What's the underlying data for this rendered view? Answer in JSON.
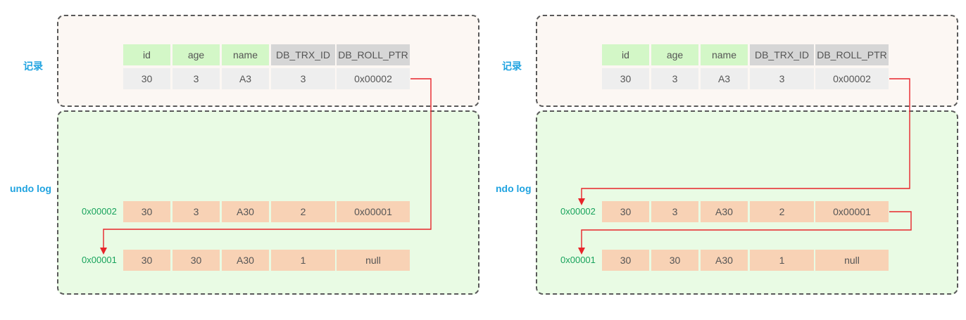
{
  "columns": [
    "id",
    "age",
    "name",
    "DB_TRX_ID",
    "DB_ROLL_PTR"
  ],
  "record": {
    "label": "记录",
    "row": [
      "30",
      "3",
      "A3",
      "3",
      "0x00002"
    ]
  },
  "undo_log": [
    {
      "address": "0x00002",
      "row": [
        "30",
        "3",
        "A30",
        "2",
        "0x00001"
      ]
    },
    {
      "address": "0x00001",
      "row": [
        "30",
        "30",
        "A30",
        "1",
        "null"
      ]
    }
  ],
  "panels": [
    {
      "undo_label": "undo log"
    },
    {
      "undo_label": "ndo log"
    }
  ],
  "colors": {
    "header_green": "#d3f7c7",
    "header_gray": "#d6d6d6",
    "value_gray": "#eeeeee",
    "undo_orange": "#f8d2b5",
    "label_blue": "#1fa3e0",
    "address_green": "#18a35c",
    "pointer_red": "#e8242a"
  }
}
